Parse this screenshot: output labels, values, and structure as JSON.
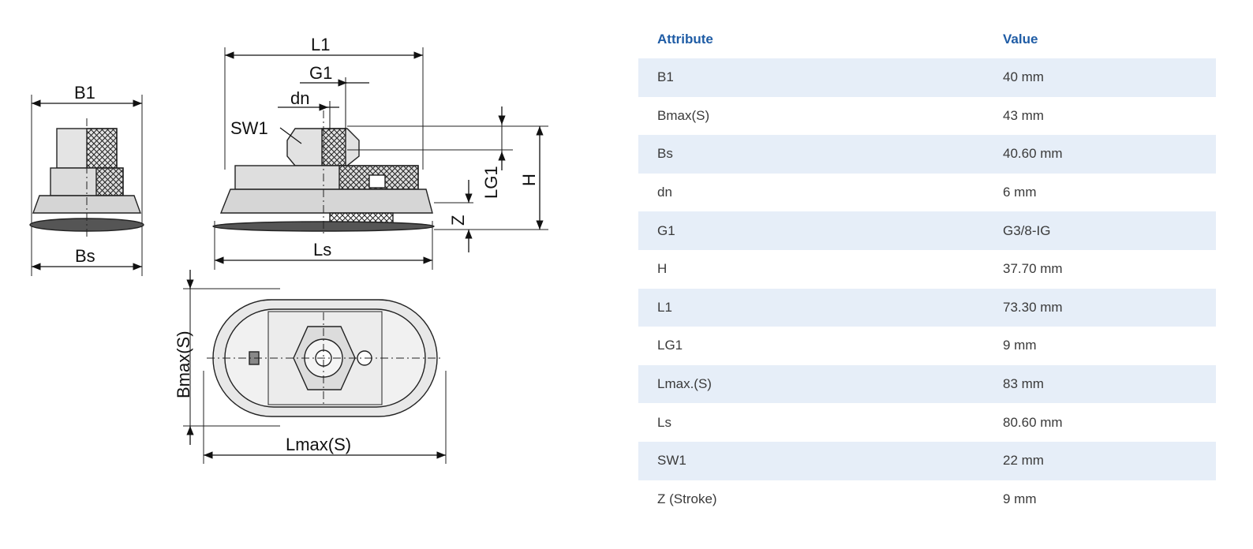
{
  "drawing": {
    "labels": {
      "B1": "B1",
      "Bs": "Bs",
      "L1": "L1",
      "G1": "G1",
      "dn": "dn",
      "SW1": "SW1",
      "Ls": "Ls",
      "LG1": "LG1",
      "H": "H",
      "Z": "Z",
      "Bmax": "Bmax(S)",
      "Lmax": "Lmax(S)"
    }
  },
  "table": {
    "headers": {
      "attribute": "Attribute",
      "value": "Value"
    },
    "rows": [
      {
        "attribute": "B1",
        "value": "40 mm"
      },
      {
        "attribute": "Bmax(S)",
        "value": "43 mm"
      },
      {
        "attribute": "Bs",
        "value": "40.60 mm"
      },
      {
        "attribute": "dn",
        "value": "6 mm"
      },
      {
        "attribute": "G1",
        "value": "G3/8-IG"
      },
      {
        "attribute": "H",
        "value": "37.70 mm"
      },
      {
        "attribute": "L1",
        "value": "73.30 mm"
      },
      {
        "attribute": "LG1",
        "value": "9 mm"
      },
      {
        "attribute": "Lmax.(S)",
        "value": "83 mm"
      },
      {
        "attribute": "Ls",
        "value": "80.60 mm"
      },
      {
        "attribute": "SW1",
        "value": "22 mm"
      },
      {
        "attribute": "Z (Stroke)",
        "value": "9 mm"
      }
    ]
  }
}
